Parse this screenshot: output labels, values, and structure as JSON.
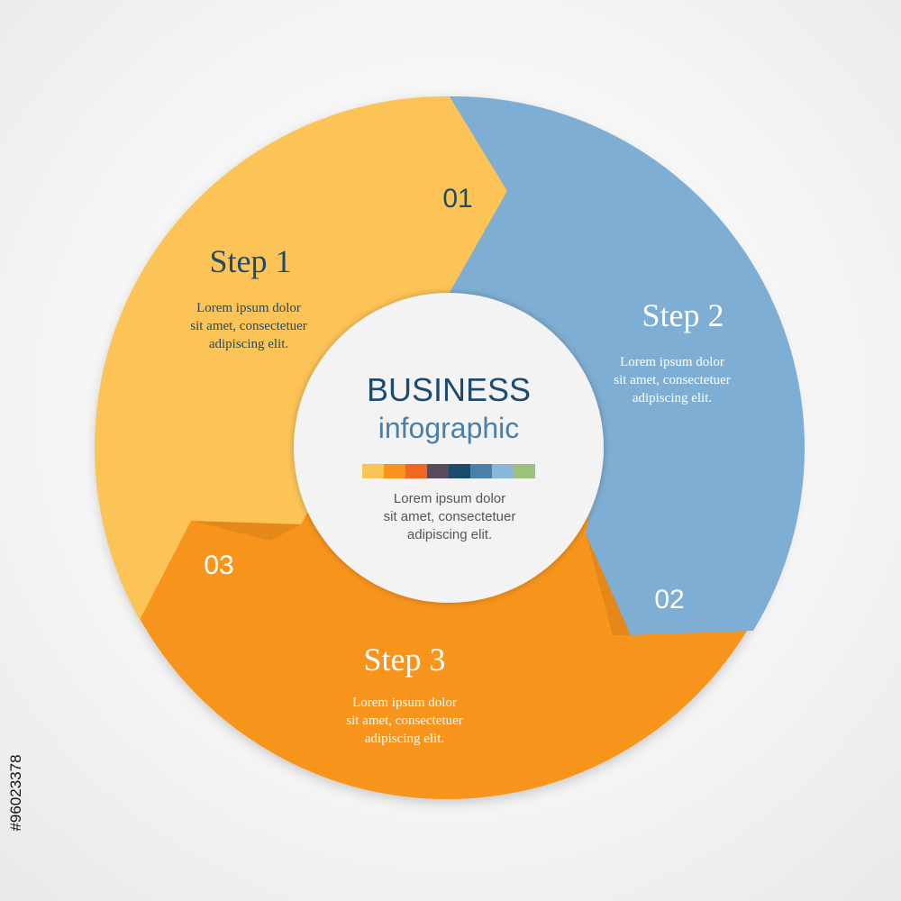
{
  "center": {
    "title": "BUSINESS",
    "subtitle": "infographic",
    "body": [
      "Lorem ipsum dolor",
      "sit amet, consectetuer",
      "adipiscing elit."
    ],
    "swatches": [
      "#fcc457",
      "#f7941e",
      "#f26522",
      "#594a5b",
      "#1d4b6b",
      "#4a80aa",
      "#8ab6d9",
      "#9cc27e"
    ]
  },
  "steps": [
    {
      "number": "01",
      "title": "Step 1",
      "body": [
        "Lorem ipsum dolor",
        "sit amet, consectetuer",
        "adipiscing elit."
      ],
      "color": "#fcc457"
    },
    {
      "number": "02",
      "title": "Step 2",
      "body": [
        "Lorem ipsum dolor",
        "sit amet, consectetuer",
        "adipiscing elit."
      ],
      "color": "#7eaed3"
    },
    {
      "number": "03",
      "title": "Step 3",
      "body": [
        "Lorem ipsum dolor",
        "sit amet, consectetuer",
        "adipiscing elit."
      ],
      "color": "#f7941e"
    }
  ],
  "stock_id": "#96023378",
  "colors": {
    "title_dark": "#1e4a6c",
    "subtitle_blue": "#4a7fa8",
    "center_text": "#555555",
    "center_fill": "#f3f3f4"
  }
}
